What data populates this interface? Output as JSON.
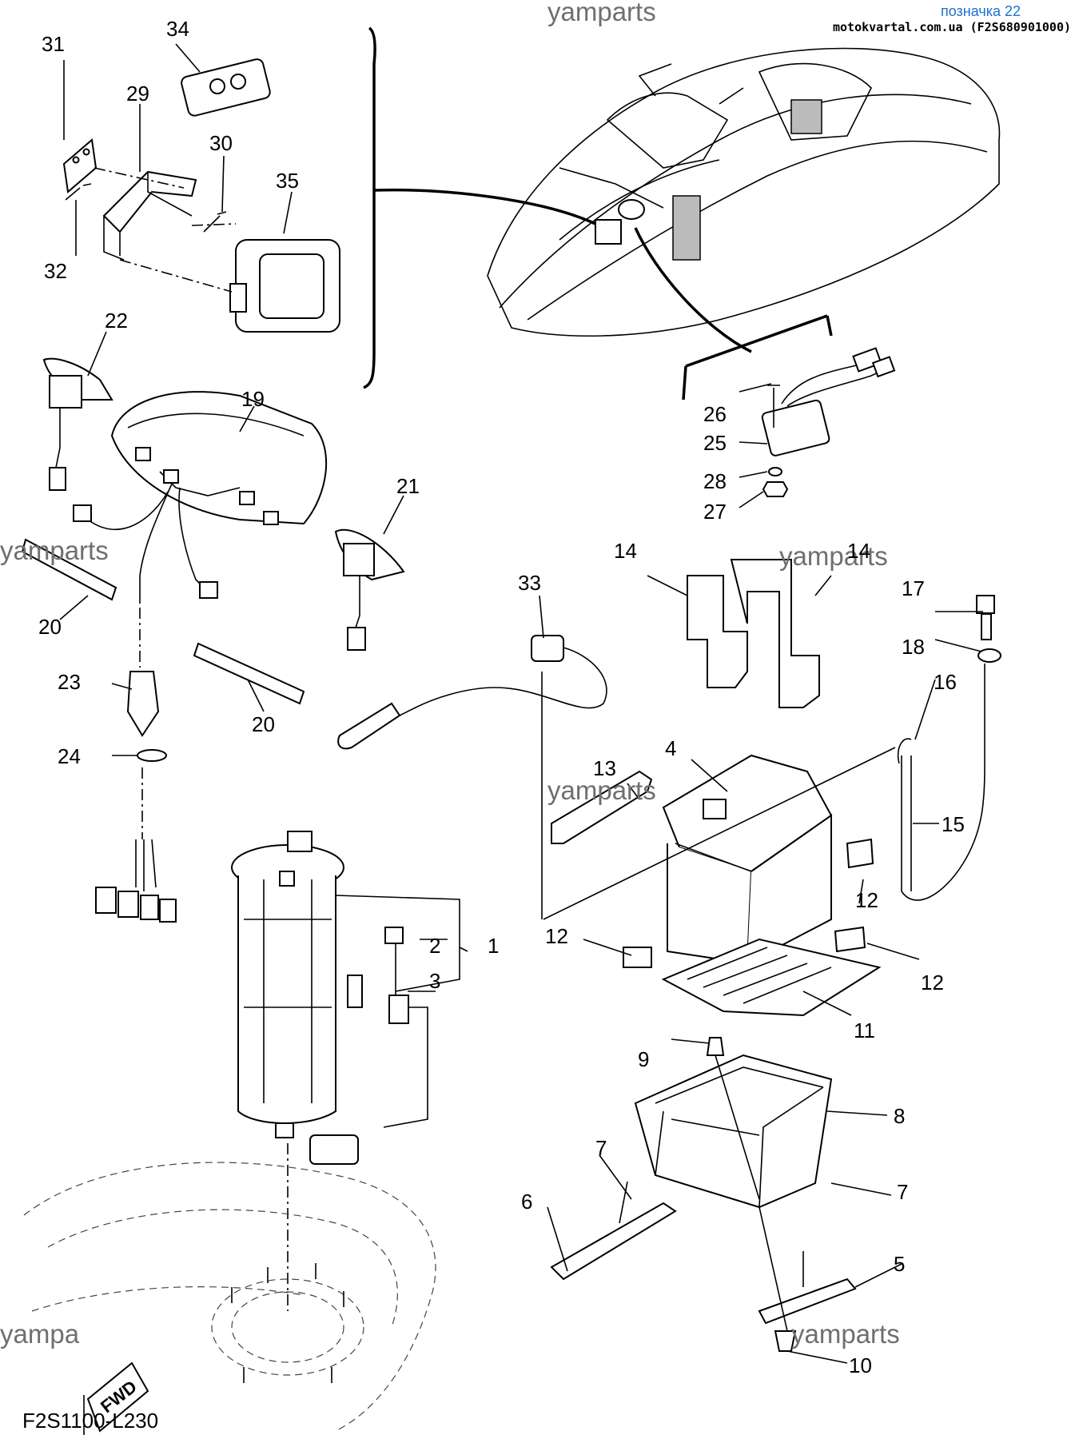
{
  "header": {
    "ref_label": "позначка 22",
    "site": "motokvartal.com.ua (F2S680901000)"
  },
  "watermarks": [
    "yamparts",
    "yamparts",
    "yamparts",
    "yamparts",
    "yamparts",
    "yampa"
  ],
  "diagram_code": "F2S1100-L230",
  "fwd_label": "FWD",
  "callouts": [
    "1",
    "2",
    "3",
    "4",
    "5",
    "6",
    "7",
    "7",
    "8",
    "9",
    "10",
    "11",
    "12",
    "12",
    "12",
    "13",
    "14",
    "14",
    "15",
    "16",
    "17",
    "18",
    "19",
    "20",
    "20",
    "21",
    "22",
    "23",
    "24",
    "25",
    "26",
    "27",
    "28",
    "29",
    "30",
    "31",
    "32",
    "33",
    "34",
    "35"
  ]
}
